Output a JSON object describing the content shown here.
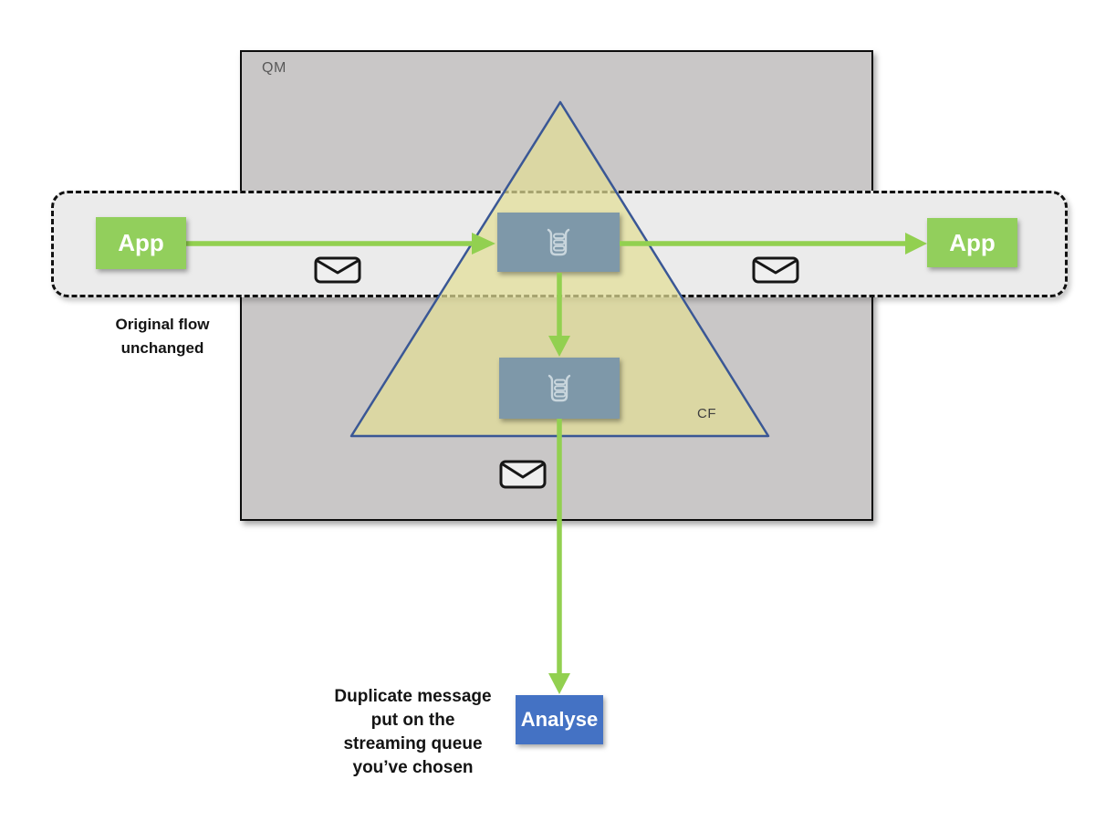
{
  "diagram": {
    "qm": {
      "label": "QM"
    },
    "cf": {
      "label": "CF"
    },
    "apps": {
      "left_label": "App",
      "right_label": "App"
    },
    "analyse": {
      "label": "Analyse"
    },
    "notes": {
      "original_flow": "Original flow\nunchanged",
      "duplicate": "Duplicate message\nput on the\nstreaming queue\nyou’ve chosen"
    },
    "icons": {
      "queue_icon": "stacked-message-queue-glyph",
      "envelope_icon": "✉"
    },
    "colors": {
      "arrow_green": "#92d050",
      "app_green": "#92cf5c",
      "analyse_blue": "#4472c4",
      "queue_slate": "#7e98a9",
      "queue_icon_stroke": "#c9d6dd",
      "qm_fill": "#c9c7c7",
      "band_fill": "#ebebeb",
      "triangle_fill": "#e2de96",
      "triangle_opacity": "0.72",
      "triangle_border": "#3a5795",
      "envelope_fill": "#efefef",
      "envelope_stroke": "#161616"
    }
  }
}
